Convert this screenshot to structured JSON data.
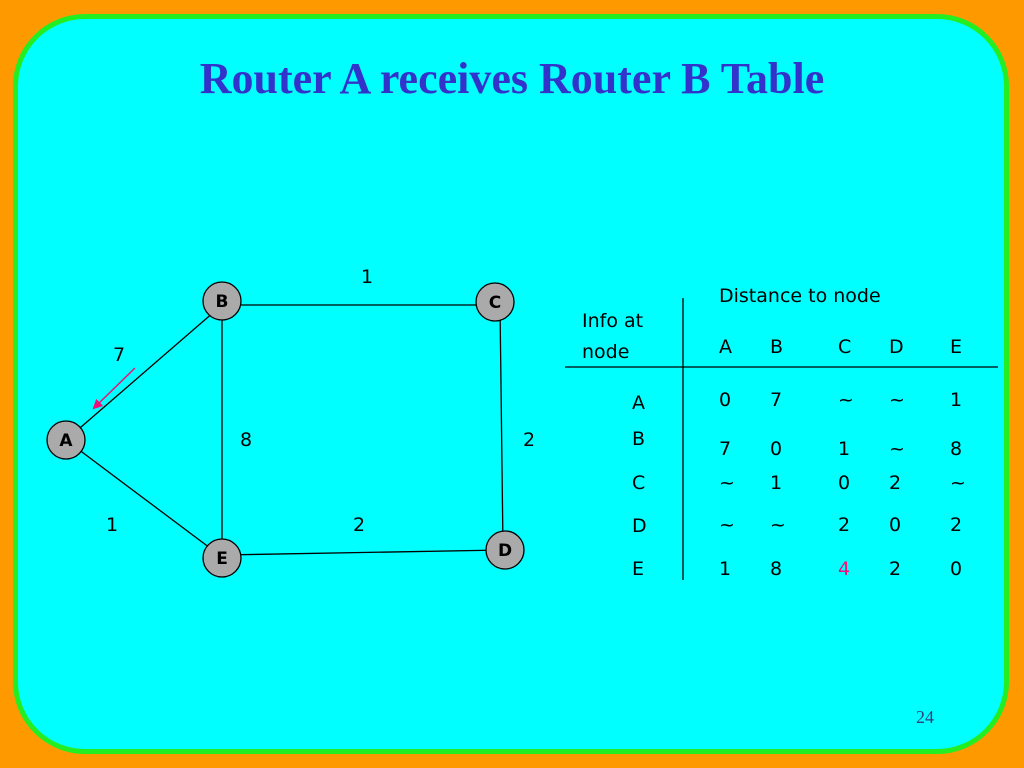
{
  "title": "Router A receives Router B Table",
  "slide_number": "24",
  "colors": {
    "background": "#ff9900",
    "panel": "#00ffff",
    "panel_border": "#22ee22",
    "title": "#3333cc",
    "node_fill": "#aaaaaa",
    "arrow": "#ee1177",
    "highlight": "#ee1177"
  },
  "graph": {
    "nodes": [
      {
        "id": "A",
        "label": "A"
      },
      {
        "id": "B",
        "label": "B"
      },
      {
        "id": "C",
        "label": "C"
      },
      {
        "id": "D",
        "label": "D"
      },
      {
        "id": "E",
        "label": "E"
      }
    ],
    "edges": [
      {
        "from": "B",
        "to": "C",
        "weight": "1"
      },
      {
        "from": "A",
        "to": "B",
        "weight": "7"
      },
      {
        "from": "B",
        "to": "E",
        "weight": "8"
      },
      {
        "from": "C",
        "to": "D",
        "weight": "2"
      },
      {
        "from": "A",
        "to": "E",
        "weight": "1"
      },
      {
        "from": "E",
        "to": "D",
        "weight": "2"
      }
    ],
    "message": {
      "from": "B",
      "to": "A"
    }
  },
  "table": {
    "header_main": "Distance to node",
    "row_header_line1": "Info at",
    "row_header_line2": "node",
    "columns": [
      "A",
      "B",
      "C",
      "D",
      "E"
    ],
    "rows": [
      {
        "node": "A",
        "values": [
          "0",
          "7",
          "~",
          "~",
          "1"
        ]
      },
      {
        "node": "B",
        "values": [
          "7",
          "0",
          "1",
          "~",
          "8"
        ]
      },
      {
        "node": "C",
        "values": [
          "~",
          "1",
          "0",
          "2",
          "~"
        ]
      },
      {
        "node": "D",
        "values": [
          "~",
          "~",
          "2",
          "0",
          "2"
        ]
      },
      {
        "node": "E",
        "values": [
          "1",
          "8",
          "4",
          "2",
          "0"
        ]
      }
    ],
    "highlighted_cell": {
      "row": "E",
      "column": "C"
    }
  }
}
